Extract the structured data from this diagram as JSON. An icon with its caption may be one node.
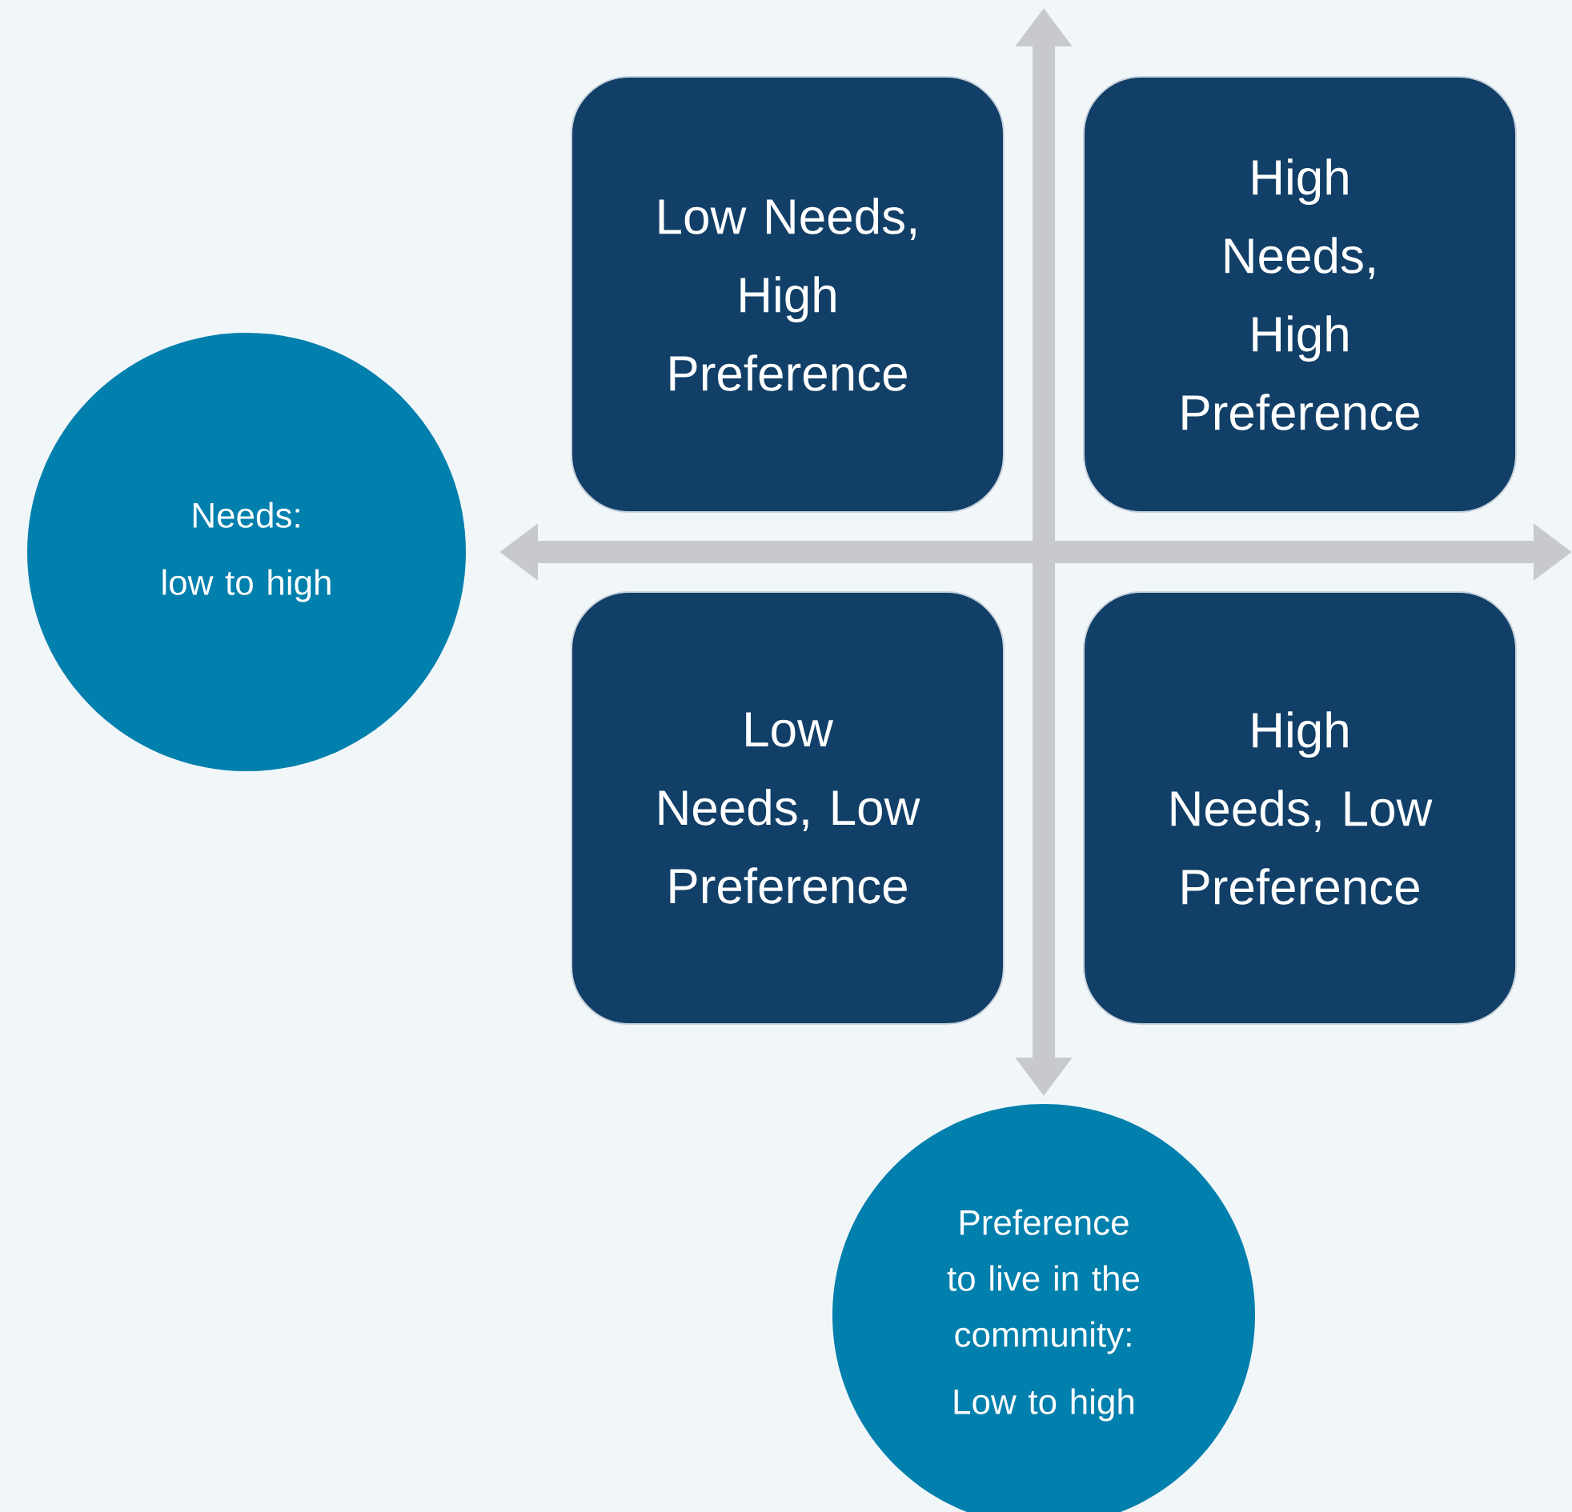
{
  "diagram": {
    "nodes": [
      {
        "text": [
          "Low Needs, High Preference"
        ]
      },
      {
        "text": [
          "High Needs, High Preference"
        ]
      },
      {
        "text": [
          "Needs:",
          "low to high"
        ]
      },
      {
        "text": [
          "Low Needs, Low Preference"
        ]
      },
      {
        "text": [
          "High Needs, Low Preference"
        ]
      },
      {
        "text": [
          "Preference to live in the community:",
          "Low to high"
        ]
      }
    ]
  }
}
